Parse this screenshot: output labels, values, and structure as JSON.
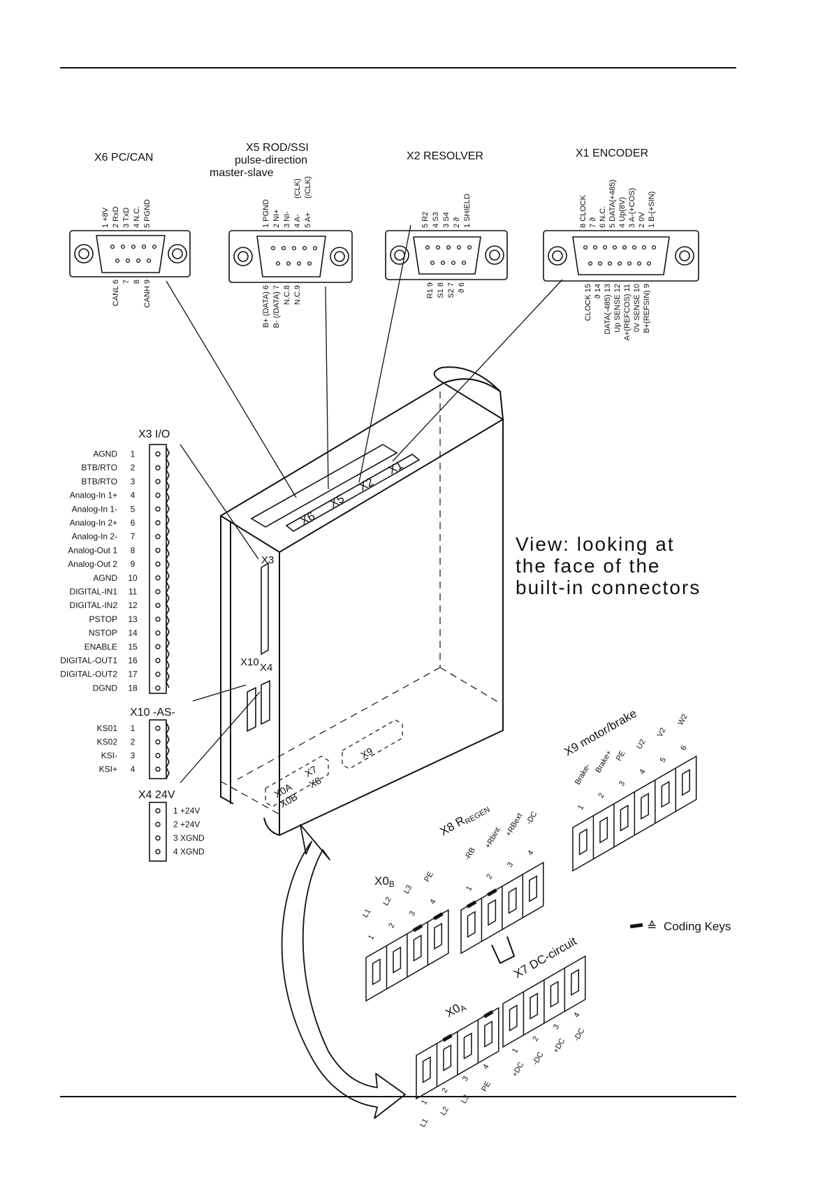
{
  "connectors": {
    "x6": {
      "title": "X6 PC/CAN",
      "top_pins": [
        "1 +8V",
        "2 RxD",
        "3 TxD",
        "4 N.C.",
        "5 PGND"
      ],
      "bottom_pins": [
        "CANL 6",
        "7",
        "8",
        "CANH 9"
      ]
    },
    "x5": {
      "title": "X5 ROD/SSI",
      "subtitle1": "pulse-direction",
      "subtitle2": "master-slave",
      "top_pins": [
        "1 PGND",
        "2 NI+",
        "3 NI-",
        "4 A-",
        "5 A+"
      ],
      "top_extra": [
        "(CLK)",
        "(/CLK)"
      ],
      "bottom_pins": [
        "B+ (DATA) 6",
        "B- (/DATA) 7",
        "N.C.8",
        "N.C.9"
      ]
    },
    "x2": {
      "title": "X2 RESOLVER",
      "top_pins": [
        "5 R2",
        "4 S3",
        "3 S4",
        "2 ϑ",
        "1 SHIELD"
      ],
      "bottom_pins": [
        "R1 9",
        "S1 8",
        "S2 7",
        "ϑ 6"
      ]
    },
    "x1": {
      "title": "X1 ENCODER",
      "top_pins": [
        "8 CLOCK",
        "7 ϑ",
        "6 N.C.",
        "5 DATA(+485)",
        "4 Up(8V)",
        "3 A-(+COS)",
        "2 0V",
        "1 B-(+SIN)"
      ],
      "bottom_pins": [
        "CLOCK 15",
        "ϑ 14",
        "DATA(-485) 13",
        "Up SENSE 12",
        "A+(REFCOS) 11",
        "0V SENSE 10",
        "B+(REFSIN) 9"
      ]
    }
  },
  "x3": {
    "title": "X3 I/O",
    "pins": [
      {
        "name": "AGND",
        "num": "1"
      },
      {
        "name": "BTB/RTO",
        "num": "2"
      },
      {
        "name": "BTB/RTO",
        "num": "3"
      },
      {
        "name": "Analog-In 1+",
        "num": "4"
      },
      {
        "name": "Analog-In 1-",
        "num": "5"
      },
      {
        "name": "Analog-In 2+",
        "num": "6"
      },
      {
        "name": "Analog-In 2-",
        "num": "7"
      },
      {
        "name": "Analog-Out 1",
        "num": "8"
      },
      {
        "name": "Analog-Out 2",
        "num": "9"
      },
      {
        "name": "AGND",
        "num": "10"
      },
      {
        "name": "DIGITAL-IN1",
        "num": "11"
      },
      {
        "name": "DIGITAL-IN2",
        "num": "12"
      },
      {
        "name": "PSTOP",
        "num": "13"
      },
      {
        "name": "NSTOP",
        "num": "14"
      },
      {
        "name": "ENABLE",
        "num": "15"
      },
      {
        "name": "DIGITAL-OUT1",
        "num": "16"
      },
      {
        "name": "DIGITAL-OUT2",
        "num": "17"
      },
      {
        "name": "DGND",
        "num": "18"
      }
    ]
  },
  "x10": {
    "title": "X10 -AS-",
    "pins": [
      {
        "name": "KS01",
        "num": "1"
      },
      {
        "name": "KS02",
        "num": "2"
      },
      {
        "name": "KSI-",
        "num": "3"
      },
      {
        "name": "KSI+",
        "num": "4"
      }
    ]
  },
  "x4": {
    "title": "X4 24V",
    "pins": [
      "1 +24V",
      "2 +24V",
      "3 XGND",
      "4 XGND"
    ]
  },
  "device_labels": {
    "x6": "X6",
    "x5": "X5",
    "x2": "X2",
    "x1": "X1",
    "x3": "X3",
    "x10": "X10",
    "x4": "X4",
    "x0a": "X0A",
    "x0b": "X0B",
    "x7": "X7",
    "x8": "X8",
    "x9": "X9"
  },
  "view_note": [
    "View: looking at",
    "the face of the",
    "built-in connectors"
  ],
  "x9": {
    "title": "X9 motor/brake",
    "pins": [
      "Brake-",
      "Brake+",
      "PE",
      "U2",
      "V2",
      "W2"
    ],
    "nums": [
      "1",
      "2",
      "3",
      "4",
      "5",
      "6"
    ]
  },
  "x8": {
    "title": "X8 R",
    "title_sub": "REGEN",
    "pins": [
      "-RB",
      "+Rbint",
      "+RBext",
      "-DC"
    ],
    "nums": [
      "1",
      "2",
      "3",
      "4"
    ]
  },
  "x0b": {
    "title": "X0",
    "title_sub": "B",
    "pins": [
      "L1",
      "L2",
      "L3",
      "PE"
    ],
    "nums": [
      "1",
      "2",
      "3",
      "4"
    ]
  },
  "x0a": {
    "title": "X0",
    "title_sub": "A",
    "pins": [
      "L1",
      "L2",
      "L3",
      "PE"
    ],
    "nums": [
      "1",
      "2",
      "3",
      "4"
    ]
  },
  "x7": {
    "title": "X7 DC-circuit",
    "pins": [
      "+DC",
      "-DC",
      "+DC",
      "-DC"
    ],
    "nums": [
      "1",
      "2",
      "3",
      "4"
    ]
  },
  "legend": {
    "symbol": "≙",
    "label": "Coding Keys"
  }
}
